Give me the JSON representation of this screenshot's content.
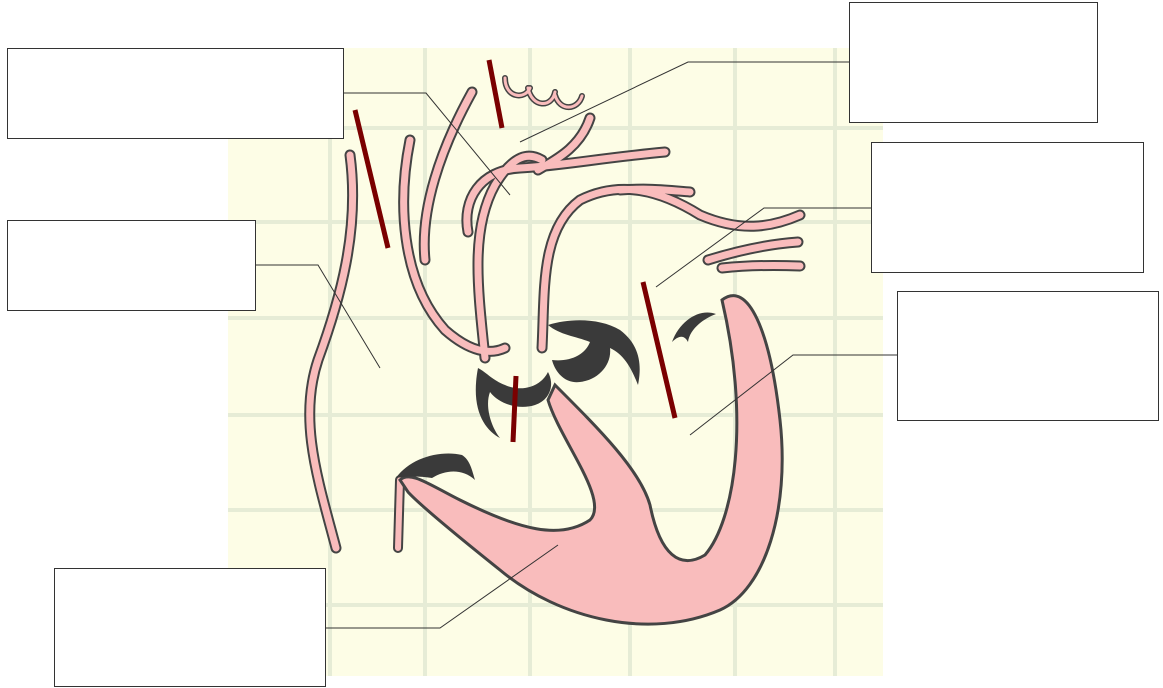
{
  "diagram": {
    "subject": "heart-cross-section",
    "colors": {
      "background": "#fdfde6",
      "grid": "#e6ecd6",
      "tissue": "#f9bcbc",
      "outline": "#333333",
      "valve": "#3a3a3a",
      "marker": "#7a0000",
      "leader": "#333333"
    },
    "labels": [
      {
        "id": "label-top-left",
        "text": ""
      },
      {
        "id": "label-mid-left",
        "text": ""
      },
      {
        "id": "label-bottom-left",
        "text": ""
      },
      {
        "id": "label-top-right",
        "text": ""
      },
      {
        "id": "label-mid-right",
        "text": ""
      },
      {
        "id": "label-lower-right",
        "text": ""
      }
    ]
  }
}
